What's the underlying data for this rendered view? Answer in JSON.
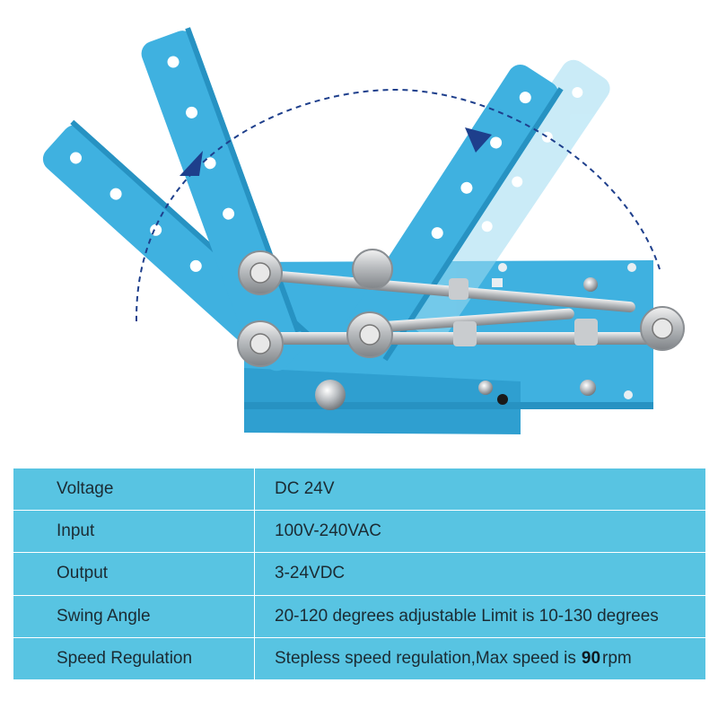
{
  "colors": {
    "aluminum": "#3fb1e0",
    "aluminum_edge": "#2792c2",
    "table_bg": "#58c4e2",
    "arrow": "#1e3f8c"
  },
  "specs": [
    {
      "label": "Voltage",
      "value": "DC 24V"
    },
    {
      "label": "Input",
      "value": "100V-240VAC"
    },
    {
      "label": "Output",
      "value": "3-24VDC"
    },
    {
      "label": "Swing Angle",
      "value": "20-120 degrees adjustable Limit is 10-130 degrees"
    },
    {
      "label": "Speed Regulation",
      "value_prefix": "Stepless speed regulation,Max speed is",
      "value_bold": "90",
      "value_suffix": "rpm"
    }
  ]
}
